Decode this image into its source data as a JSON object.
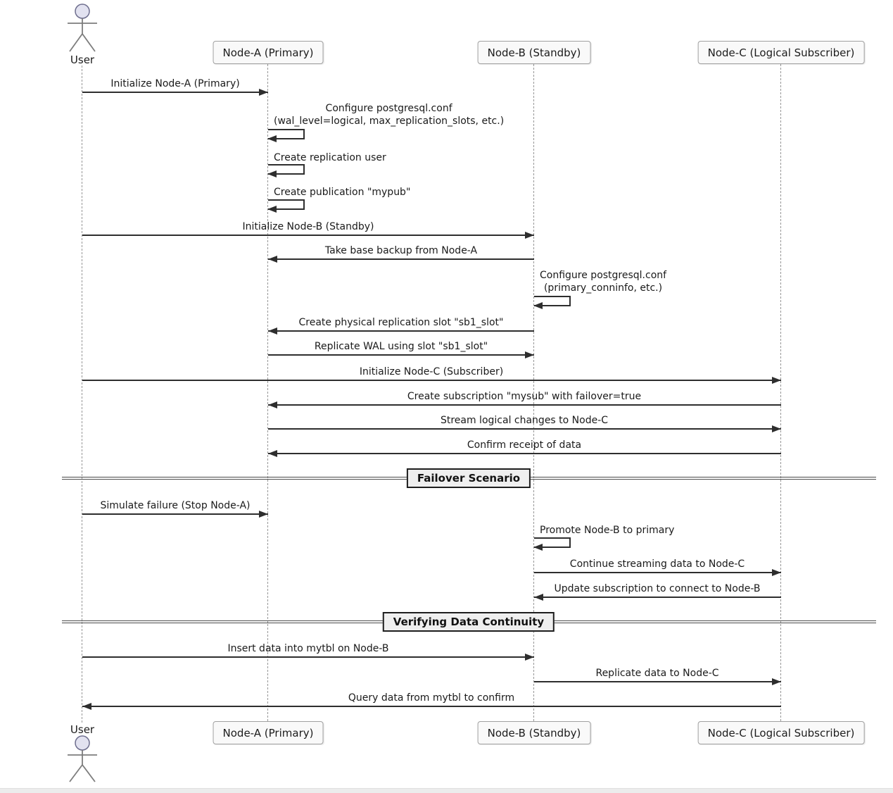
{
  "diagram_type": "uml-sequence-diagram",
  "actor": {
    "name": "User"
  },
  "participants": [
    {
      "id": "node-a",
      "label": "Node-A (Primary)"
    },
    {
      "id": "node-b",
      "label": "Node-B (Standby)"
    },
    {
      "id": "node-c",
      "label": "Node-C (Logical Subscriber)"
    }
  ],
  "dividers": [
    {
      "label": "Failover Scenario"
    },
    {
      "label": "Verifying Data Continuity"
    }
  ],
  "messages": [
    {
      "from": "User",
      "to": "Node-A (Primary)",
      "type": "arrow",
      "label": "Initialize Node-A (Primary)"
    },
    {
      "from": "Node-A (Primary)",
      "to": "Node-A (Primary)",
      "type": "self",
      "line1": "Configure postgresql.conf",
      "line2": "(wal_level=logical, max_replication_slots, etc.)"
    },
    {
      "from": "Node-A (Primary)",
      "to": "Node-A (Primary)",
      "type": "self",
      "label": "Create replication user"
    },
    {
      "from": "Node-A (Primary)",
      "to": "Node-A (Primary)",
      "type": "self",
      "label": "Create publication \"mypub\""
    },
    {
      "from": "User",
      "to": "Node-B (Standby)",
      "type": "arrow",
      "label": "Initialize Node-B (Standby)"
    },
    {
      "from": "Node-B (Standby)",
      "to": "Node-A (Primary)",
      "type": "arrow",
      "label": "Take base backup from Node-A"
    },
    {
      "from": "Node-B (Standby)",
      "to": "Node-B (Standby)",
      "type": "self",
      "line1": "Configure postgresql.conf",
      "line2": "(primary_conninfo, etc.)"
    },
    {
      "from": "Node-B (Standby)",
      "to": "Node-A (Primary)",
      "type": "arrow",
      "label": "Create physical replication slot \"sb1_slot\""
    },
    {
      "from": "Node-A (Primary)",
      "to": "Node-B (Standby)",
      "type": "arrow",
      "label": "Replicate WAL using slot \"sb1_slot\""
    },
    {
      "from": "User",
      "to": "Node-C (Logical Subscriber)",
      "type": "arrow",
      "label": "Initialize Node-C (Subscriber)"
    },
    {
      "from": "Node-C (Logical Subscriber)",
      "to": "Node-A (Primary)",
      "type": "arrow",
      "label": "Create subscription \"mysub\" with failover=true"
    },
    {
      "from": "Node-A (Primary)",
      "to": "Node-C (Logical Subscriber)",
      "type": "arrow",
      "label": "Stream logical changes to Node-C"
    },
    {
      "from": "Node-C (Logical Subscriber)",
      "to": "Node-A (Primary)",
      "type": "arrow",
      "label": "Confirm receipt of data"
    },
    {
      "from": "User",
      "to": "Node-A (Primary)",
      "type": "arrow",
      "label": "Simulate failure (Stop Node-A)"
    },
    {
      "from": "Node-B (Standby)",
      "to": "Node-B (Standby)",
      "type": "self",
      "label": "Promote Node-B to primary"
    },
    {
      "from": "Node-B (Standby)",
      "to": "Node-C (Logical Subscriber)",
      "type": "arrow",
      "label": "Continue streaming data to Node-C"
    },
    {
      "from": "Node-C (Logical Subscriber)",
      "to": "Node-B (Standby)",
      "type": "arrow",
      "label": "Update subscription to connect to Node-B"
    },
    {
      "from": "User",
      "to": "Node-B (Standby)",
      "type": "arrow",
      "label": "Insert data into mytbl on Node-B"
    },
    {
      "from": "Node-B (Standby)",
      "to": "Node-C (Logical Subscriber)",
      "type": "arrow",
      "label": "Replicate data to Node-C"
    },
    {
      "from": "Node-C (Logical Subscriber)",
      "to": "User",
      "type": "arrow",
      "label": "Query data from mytbl to confirm"
    }
  ],
  "colors": {
    "background": "#ffffff",
    "lifeline": "#969696",
    "arrow": "#2e2e2e",
    "text": "#1a1a1a",
    "participant_fill": "#f9f9f9",
    "participant_border": "#a0a0a0",
    "actor_head_fill": "#e2e2f0",
    "actor_stroke": "#6e6e8e",
    "divider_fill": "#efefef",
    "divider_border": "#1e1e1e"
  }
}
